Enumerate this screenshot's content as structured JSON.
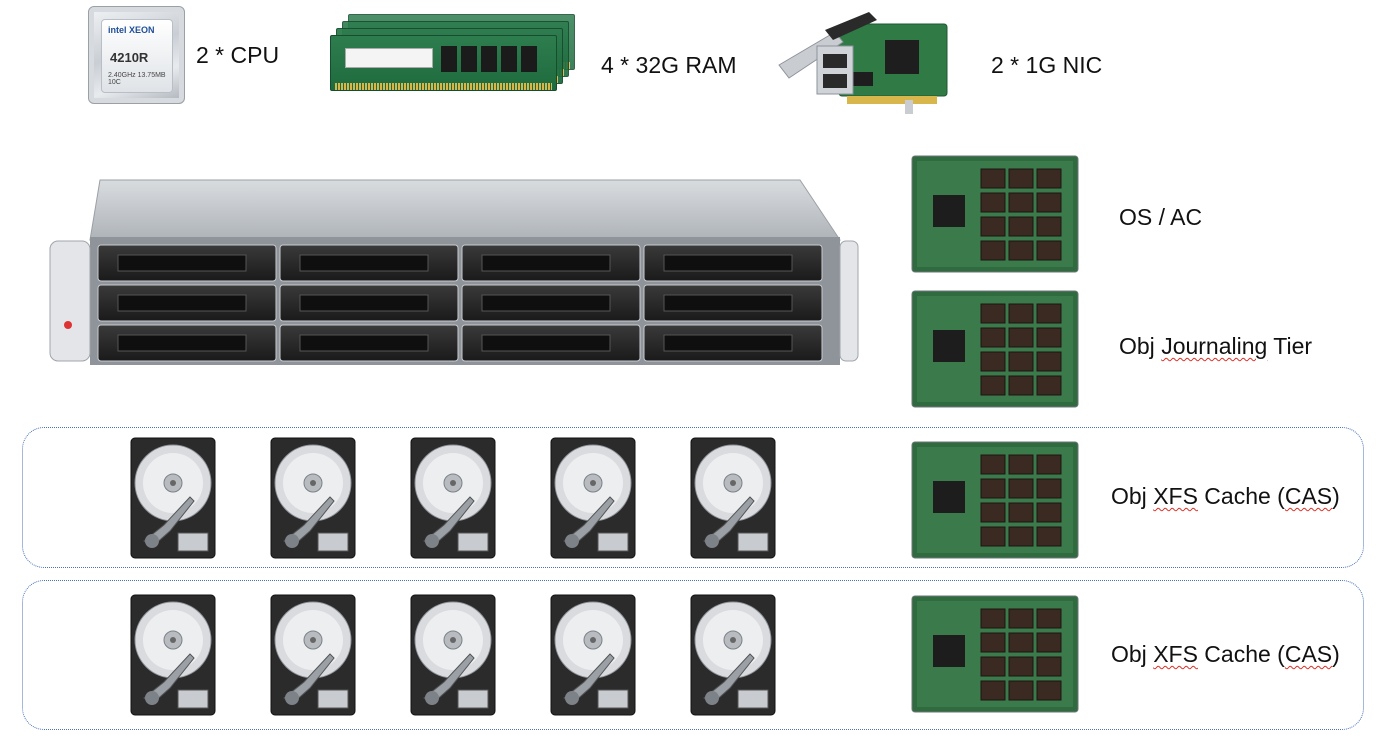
{
  "components": {
    "cpu": {
      "label": "2 * CPU",
      "chip_brand": "intel XEON",
      "chip_model": "4210R",
      "chip_specs": "2.40GHz 13.75MB 10C"
    },
    "ram": {
      "label": "4 * 32G RAM"
    },
    "nic": {
      "label": "2 * 1G NIC"
    }
  },
  "ssd_tiers": [
    {
      "label": "OS / AC"
    },
    {
      "label_prefix": "Obj ",
      "label_flagged": "Journaling",
      "label_suffix": " Tier"
    }
  ],
  "hdd_groups": [
    {
      "label_prefix": "Obj ",
      "label_flagged": "XFS",
      "label_mid": " Cache (",
      "label_flagged2": "CAS",
      "label_suffix": ")",
      "hdd_count": 5
    },
    {
      "label_prefix": "Obj ",
      "label_flagged": "XFS",
      "label_mid": " Cache (",
      "label_flagged2": "CAS",
      "label_suffix": ")",
      "hdd_count": 5
    }
  ],
  "colors": {
    "group_border": "#4a72b8",
    "spellcheck_underline": "#d93025",
    "pcb_green": "#2f6b3f"
  }
}
